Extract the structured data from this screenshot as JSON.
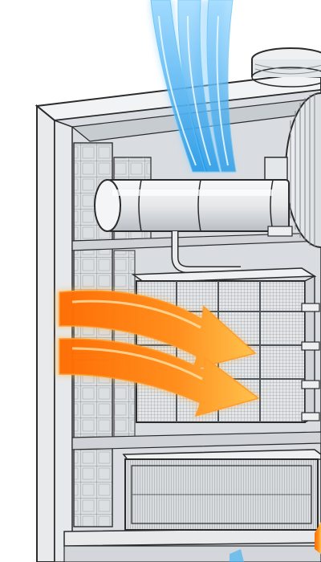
{
  "diagram": {
    "labels": [],
    "palette": {
      "line": "#2b2b2b",
      "panel_fill": "#f4f5f6",
      "interior_fill": "#dfe2e5",
      "shadow_fill": "#c9ced3",
      "pipe_fill": "#e9ebed",
      "filter_fill": "#d7dadd",
      "airflow_cool_outer": "#bfe6ff",
      "airflow_cool_inner": "#4cb4f2",
      "airflow_warm_outer": "#ffd27a",
      "airflow_warm_inner": "#ff7a12"
    },
    "icons": [
      "cool-airflow-arrows",
      "warm-airflow-arrows",
      "centrifugal-fan",
      "air-duct-pipe",
      "hepa-filter-module",
      "pre-filter-panel"
    ]
  }
}
